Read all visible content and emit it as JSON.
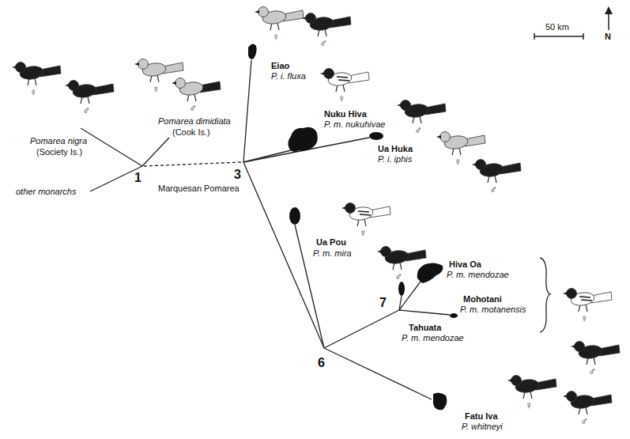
{
  "diagram": {
    "labels": [
      "Pomarea nigra",
      "(Society Is.)",
      "Pomarea dimidiata",
      "(Cook Is.)",
      "other monarchs",
      "1",
      "3",
      "Marquesan Pomarea",
      "Eiao",
      "P. i. fluxa",
      "Nuku Hiva",
      "P. m. nukuhivae",
      "Ua Huka",
      "P. i. iphis",
      "Ua Pou",
      "P. m. mira",
      "6",
      "7",
      "Hiva Oa",
      "P. m. mendozae",
      "Mohotani",
      "P. m. motanensis",
      "Tahuata",
      "P. m. mendozae",
      "Fatu Iva",
      "P. whitneyi",
      "50 km",
      "N",
      "♀",
      "♂",
      "♀",
      "♂",
      "♀",
      "♂",
      "♀",
      "♂",
      "♀",
      "♂",
      "♀",
      "♂",
      "♀",
      "♂",
      "♀",
      "♂"
    ]
  }
}
